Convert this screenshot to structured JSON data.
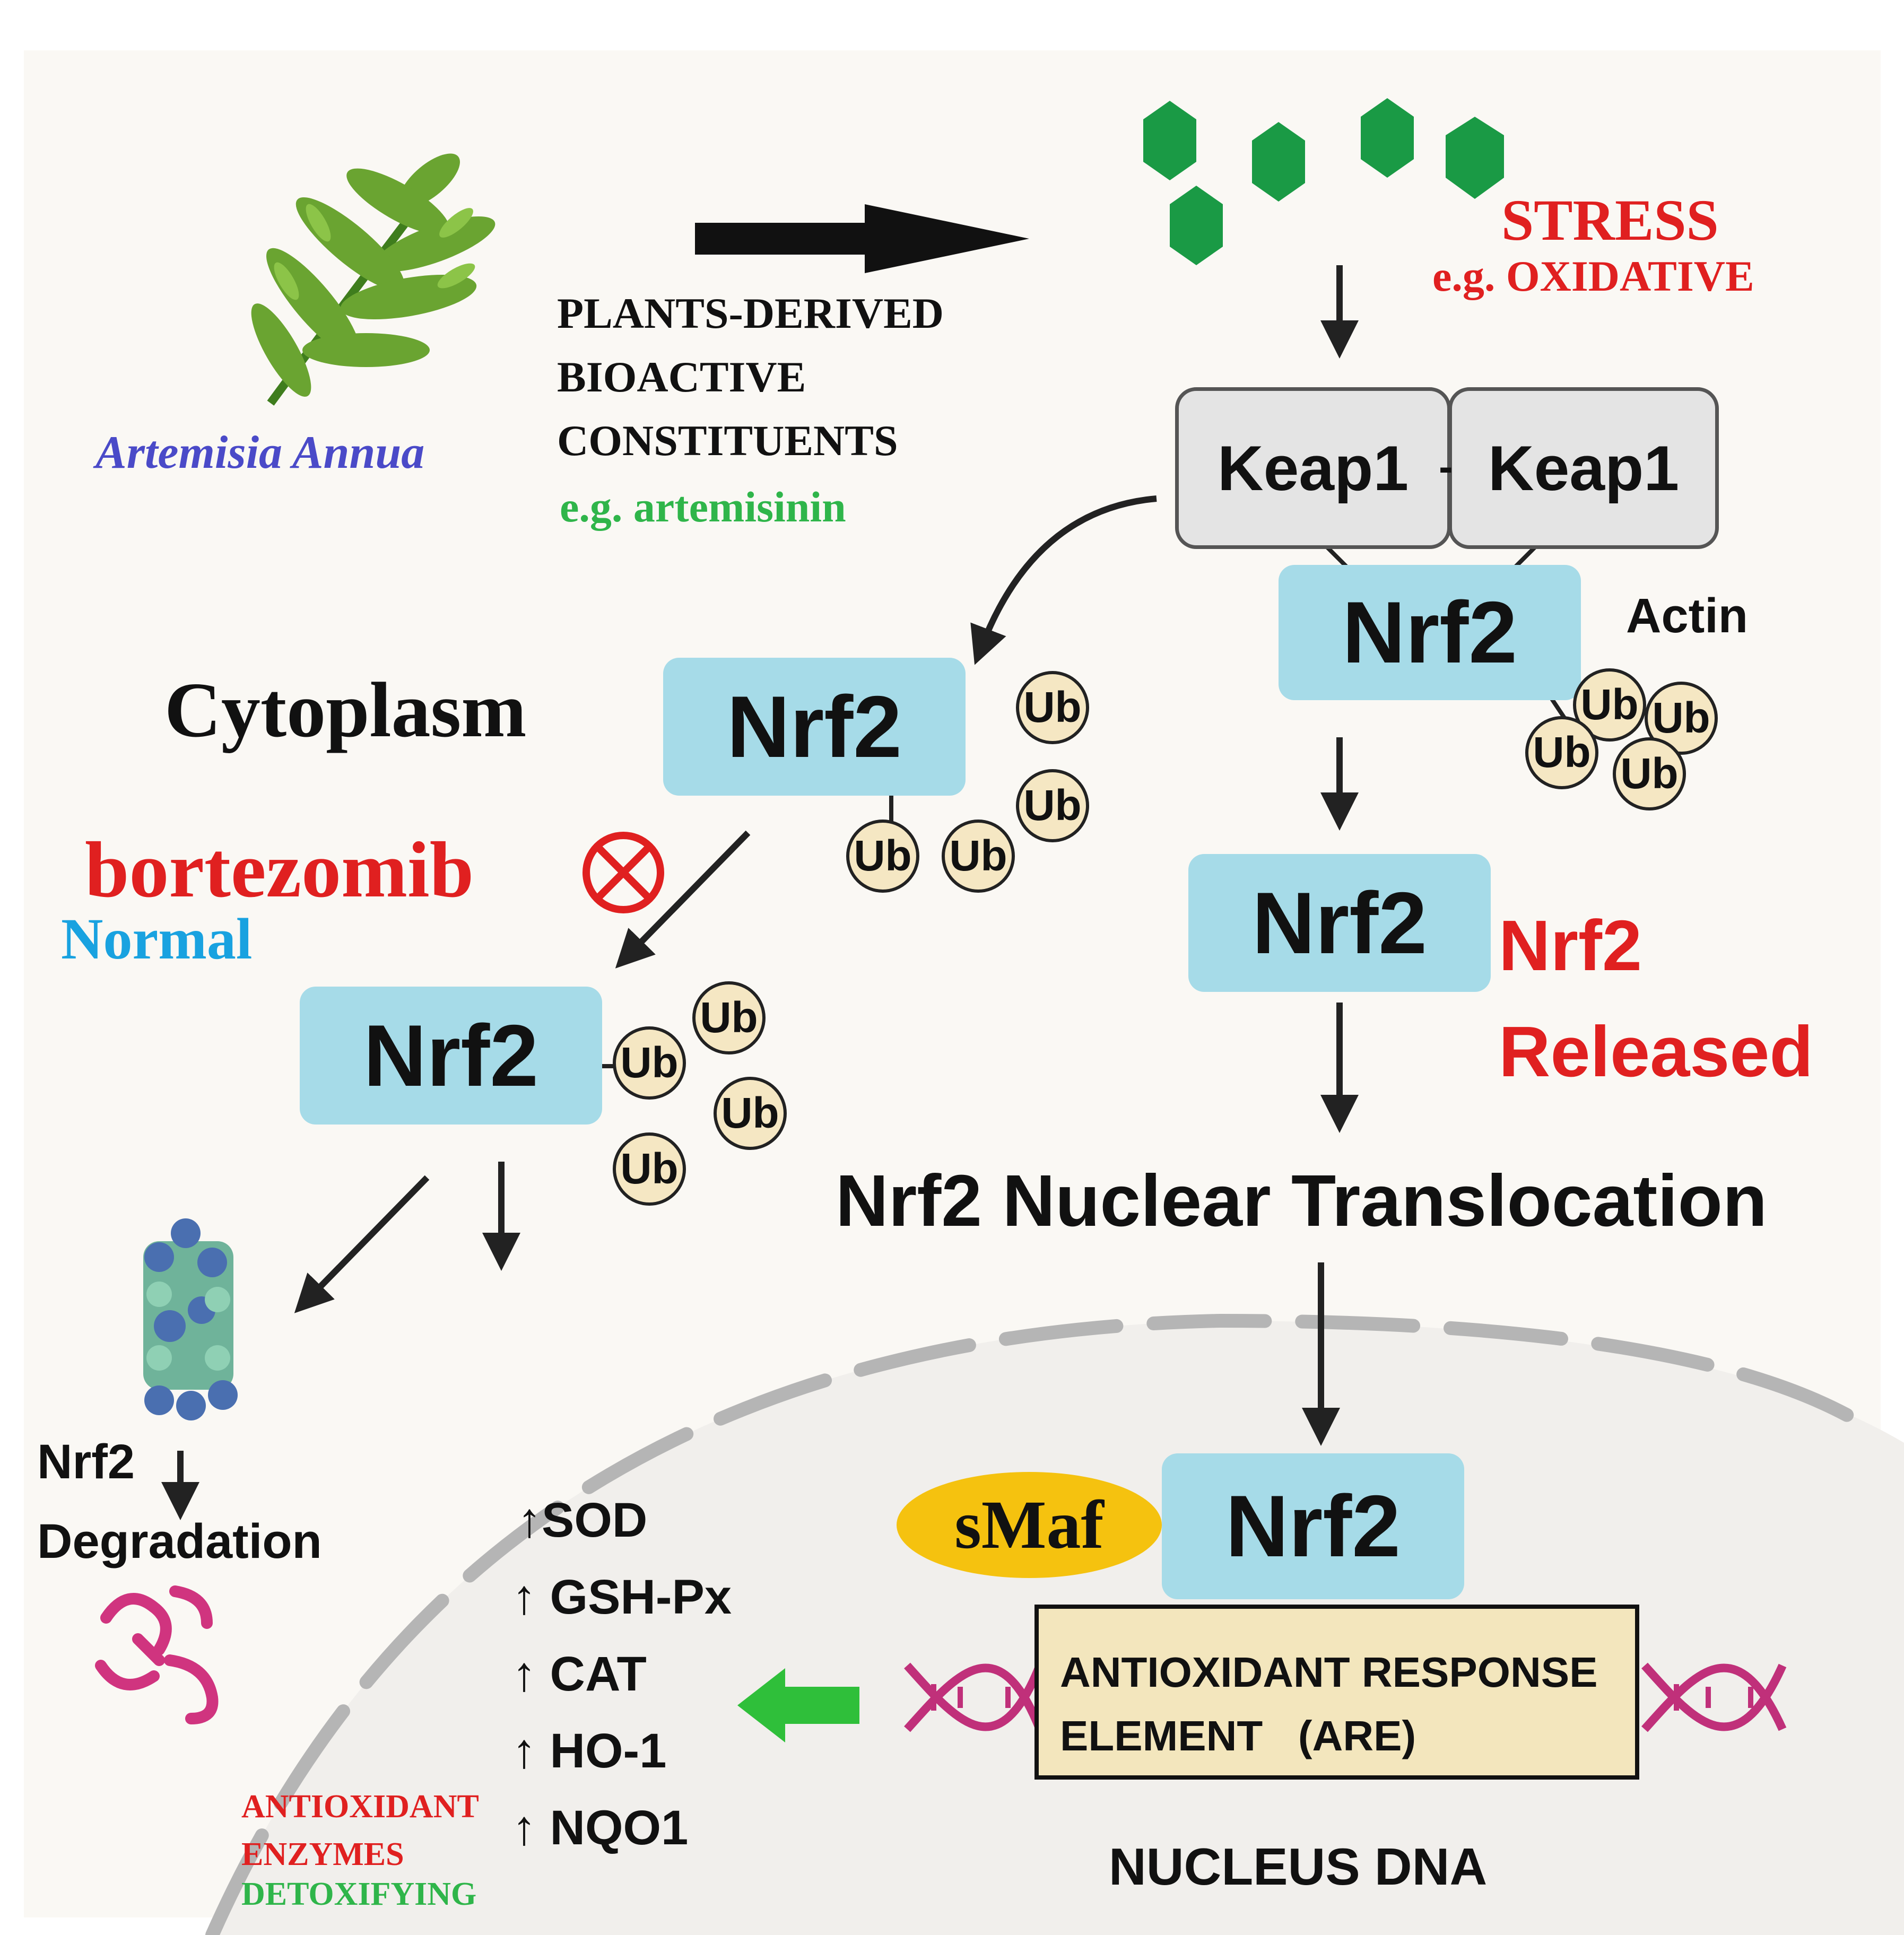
{
  "plant": {
    "name": "Artemisia Annua"
  },
  "constituents": {
    "line1": "PLANTS-DERIVED",
    "line2": "BIOACTIVE",
    "line3": "CONSTITUENTS",
    "example": "e.g. artemisinin"
  },
  "stress": {
    "title": "STRESS",
    "example": "e.g. OXIDATIVE"
  },
  "keap1": {
    "left": "Keap1",
    "right": "Keap1"
  },
  "nrf2_label": "Nrf2",
  "ub_label": "Ub",
  "actin": "Actin",
  "cytoplasm": "Cytoplasm",
  "bortezomib": "bortezomib",
  "normal": "Normal",
  "released": {
    "line1": "Nrf2",
    "line2": "Released"
  },
  "translocation": "Nrf2 Nuclear Translocation",
  "degradation": {
    "line1": "Nrf2",
    "line2": "Degradation"
  },
  "smaf": "sMaf",
  "are": {
    "line1": "ANTIOXIDANT RESPONSE",
    "line2": "ELEMENT   (ARE)"
  },
  "nucleus_dna": "NUCLEUS DNA",
  "enzymes": [
    "↑SOD",
    "↑ GSH-Px",
    "↑ CAT",
    "↑ HO-1",
    "↑ NQO1"
  ],
  "enzyme_class": {
    "line1": "ANTIOXIDANT",
    "line2": "ENZYMES",
    "line3": "DETOXIFYING"
  },
  "colors": {
    "nrf2_fill": "#a6dbe8",
    "stress_red": "#e02020",
    "normal_blue": "#19a2e0",
    "artemisinin_green": "#2fb54a",
    "plant_name_blue": "#4a4ac8",
    "smaf_yellow": "#f5c20f",
    "dna_pink": "#c0307a",
    "green_arrow": "#2fbf3a",
    "ub_fill": "#f5e7c3"
  }
}
